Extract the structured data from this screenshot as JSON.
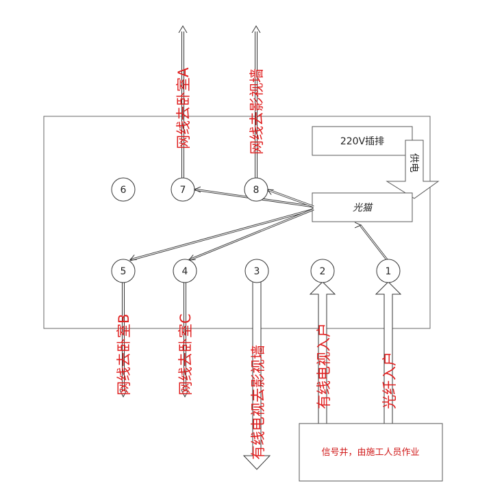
{
  "colors": {
    "label_red": "#e02020",
    "line": "#333333",
    "box_stroke": "#555555",
    "panel_stroke": "#666666"
  },
  "power_strip": {
    "label": "220V插排"
  },
  "power_arrow": {
    "label": "供电"
  },
  "modem": {
    "label": "光猫"
  },
  "nodes": [
    "1",
    "2",
    "3",
    "4",
    "5",
    "6",
    "7",
    "8"
  ],
  "labels": {
    "node7": "网线去卧室A",
    "node8": "网线去影视墙",
    "node5": "网线去卧室B",
    "node4": "网线去卧室C",
    "node3": "有线电视去影视墙",
    "node2": "有线电视入户",
    "node1": "光纤入户"
  },
  "signal_well": {
    "label": "信号井，由施工人员作业"
  }
}
